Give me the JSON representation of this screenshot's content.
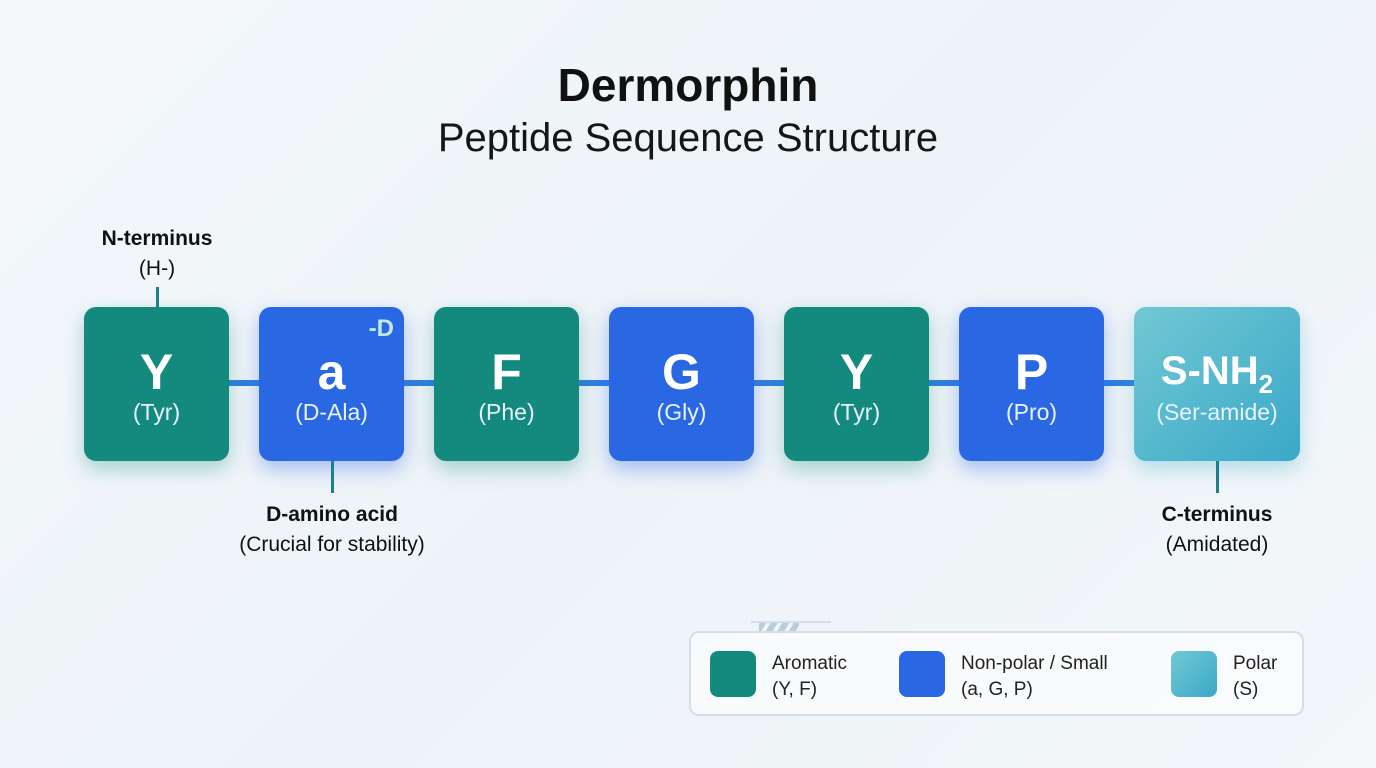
{
  "title": "Dermorphin",
  "subtitle": "Peptide Sequence Structure",
  "residues": [
    {
      "letter": "Y",
      "name": "(Tyr)",
      "class": "aromatic"
    },
    {
      "letter": "a",
      "name": "(D-Ala)",
      "class": "non-polar",
      "badge": "-D"
    },
    {
      "letter": "F",
      "name": "(Phe)",
      "class": "aromatic"
    },
    {
      "letter": "G",
      "name": "(Gly)",
      "class": "non-polar"
    },
    {
      "letter": "Y",
      "name": "(Tyr)",
      "class": "aromatic"
    },
    {
      "letter": "P",
      "name": "(Pro)",
      "class": "non-polar"
    },
    {
      "letter": "S-NH",
      "sub": "2",
      "name": "(Ser-amide)",
      "class": "polar"
    }
  ],
  "annotations": {
    "n_term": {
      "title": "N-terminus",
      "detail": "(H-)"
    },
    "d_amino": {
      "title": "D-amino acid",
      "detail": "(Crucial for stability)"
    },
    "c_term": {
      "title": "C-terminus",
      "detail": "(Amidated)"
    }
  },
  "legend": [
    {
      "label": "Aromatic",
      "members": "(Y, F)",
      "color": "#148a7e"
    },
    {
      "label": "Non-polar / Small",
      "members": "(a, G, P)",
      "color": "#2a68e3"
    },
    {
      "label": "Polar",
      "members": "(S)",
      "color": "#4fb6cc"
    }
  ]
}
